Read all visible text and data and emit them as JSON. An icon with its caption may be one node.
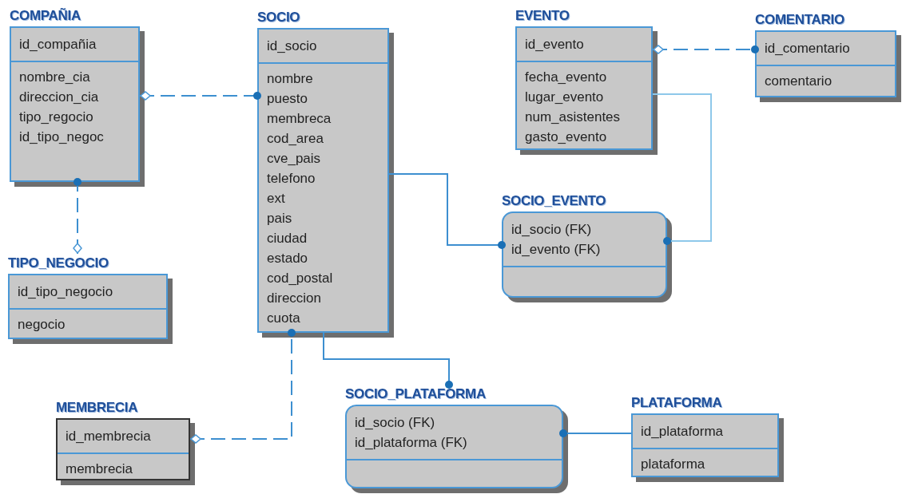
{
  "diagram": {
    "nodes": [
      {
        "text": [
          "COMPAÑIA",
          "id_compañia",
          "nombre_cia",
          "direccion_cia",
          "tipo_regocio",
          "id_tipo_negoc"
        ]
      },
      {
        "text": [
          "SOCIO",
          "id_socio",
          "nombre",
          "puesto",
          "membreca",
          "cod_area",
          "cve_pais",
          "telefono",
          "ext",
          "pais",
          "ciudad",
          "estado",
          "cod_postal",
          "direccion",
          "cuota"
        ]
      },
      {
        "text": [
          "EVENTO",
          "id_evento",
          "fecha_evento",
          "lugar_evento",
          "num_asistentes",
          "gasto_evento"
        ]
      },
      {
        "text": [
          "COMENTARIO",
          "id_comentario",
          "comentario"
        ]
      },
      {
        "text": [
          "SOCIO_EVENTO",
          "id_socio (FK)",
          "id_evento (FK)"
        ]
      },
      {
        "text": [
          "TIPO_NEGOCIO",
          "id_tipo_negocio",
          "negocio"
        ]
      },
      {
        "text": [
          "MEMBRECIA",
          "id_membrecia",
          "membrecia"
        ]
      },
      {
        "text": [
          "SOCIO_PLATAFORMA",
          "id_socio (FK)",
          "id_plataforma (FK)"
        ]
      },
      {
        "text": [
          "PLATAFORMA",
          "id_plataforma",
          "plataforma"
        ]
      }
    ],
    "edges": [
      {
        "from": 0,
        "to": 1,
        "arrow": "other",
        "style": "dashed"
      },
      {
        "from": 5,
        "to": 0,
        "arrow": "other",
        "style": "dashed"
      },
      {
        "from": 2,
        "to": 3,
        "arrow": "other",
        "style": "dashed"
      },
      {
        "from": 1,
        "to": 4,
        "arrow": "other"
      },
      {
        "from": 2,
        "to": 4,
        "arrow": "other",
        "color": "#8ec8ea"
      },
      {
        "from": 6,
        "to": 1,
        "arrow": "other",
        "style": "dashed"
      },
      {
        "from": 1,
        "to": 7,
        "arrow": "other"
      },
      {
        "from": 8,
        "to": 7,
        "arrow": "other"
      }
    ]
  }
}
